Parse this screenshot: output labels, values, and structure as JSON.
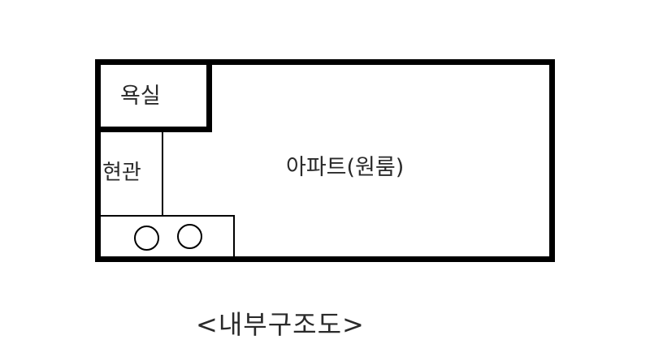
{
  "diagram": {
    "title": "<내부구조도>",
    "rooms": {
      "bathroom": "욕실",
      "entrance": "현관",
      "main_room": "아파트(원룸)"
    },
    "fixtures": {
      "shoe_cabinet_circles": 2
    }
  }
}
